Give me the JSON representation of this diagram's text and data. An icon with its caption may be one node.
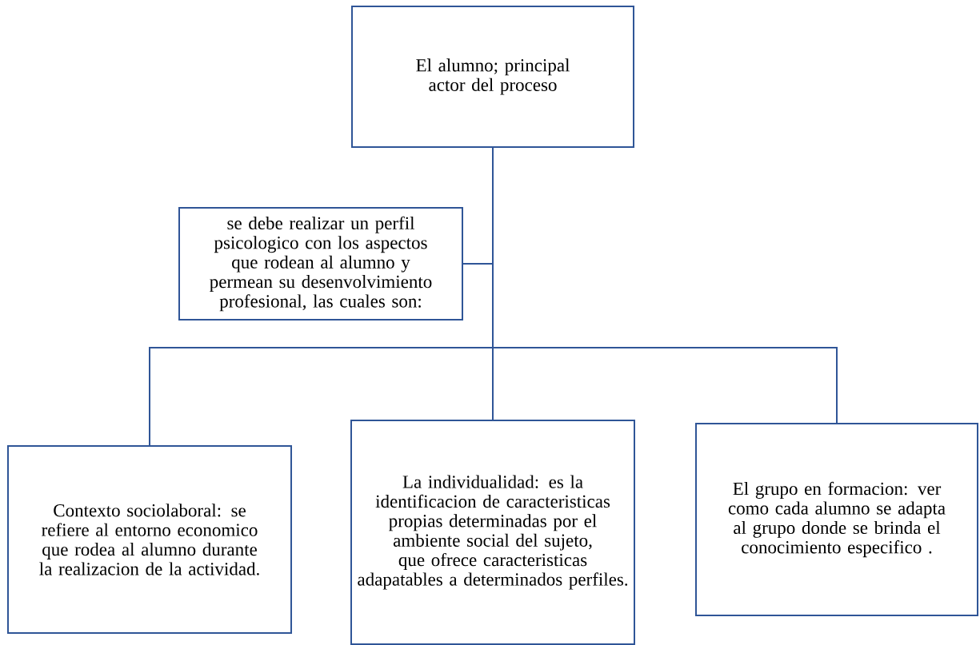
{
  "diagram": {
    "nodes": [
      {
        "text": [
          "El alumno; principal actor del proceso"
        ]
      },
      {
        "text": [
          "se debe realizar un perfil psicologico con los aspectos que rodean al alumno y permean su desenvolvimiento profesional, las cuales son:"
        ]
      },
      {
        "text": [
          "Contexto sociolaboral: se refiere al entorno economico que rodea al alumno durante la realizacion de la actividad."
        ]
      },
      {
        "text": [
          "La individualidad:  es la identificacion de caracteristicas propias determinadas por el ambiente social del sujeto, que ofrece caracteristicas adapatables a determinados perfiles."
        ]
      },
      {
        "text": [
          "El grupo en formacion: ver como cada alumno se adapta al grupo donde se brinda el conocimiento especifico ."
        ]
      }
    ],
    "edges": [
      {
        "from": 0,
        "to": 1,
        "arrow": "none"
      },
      {
        "from": 0,
        "to": 2,
        "arrow": "none"
      },
      {
        "from": 0,
        "to": 3,
        "arrow": "none"
      },
      {
        "from": 0,
        "to": 4,
        "arrow": "none"
      }
    ]
  }
}
